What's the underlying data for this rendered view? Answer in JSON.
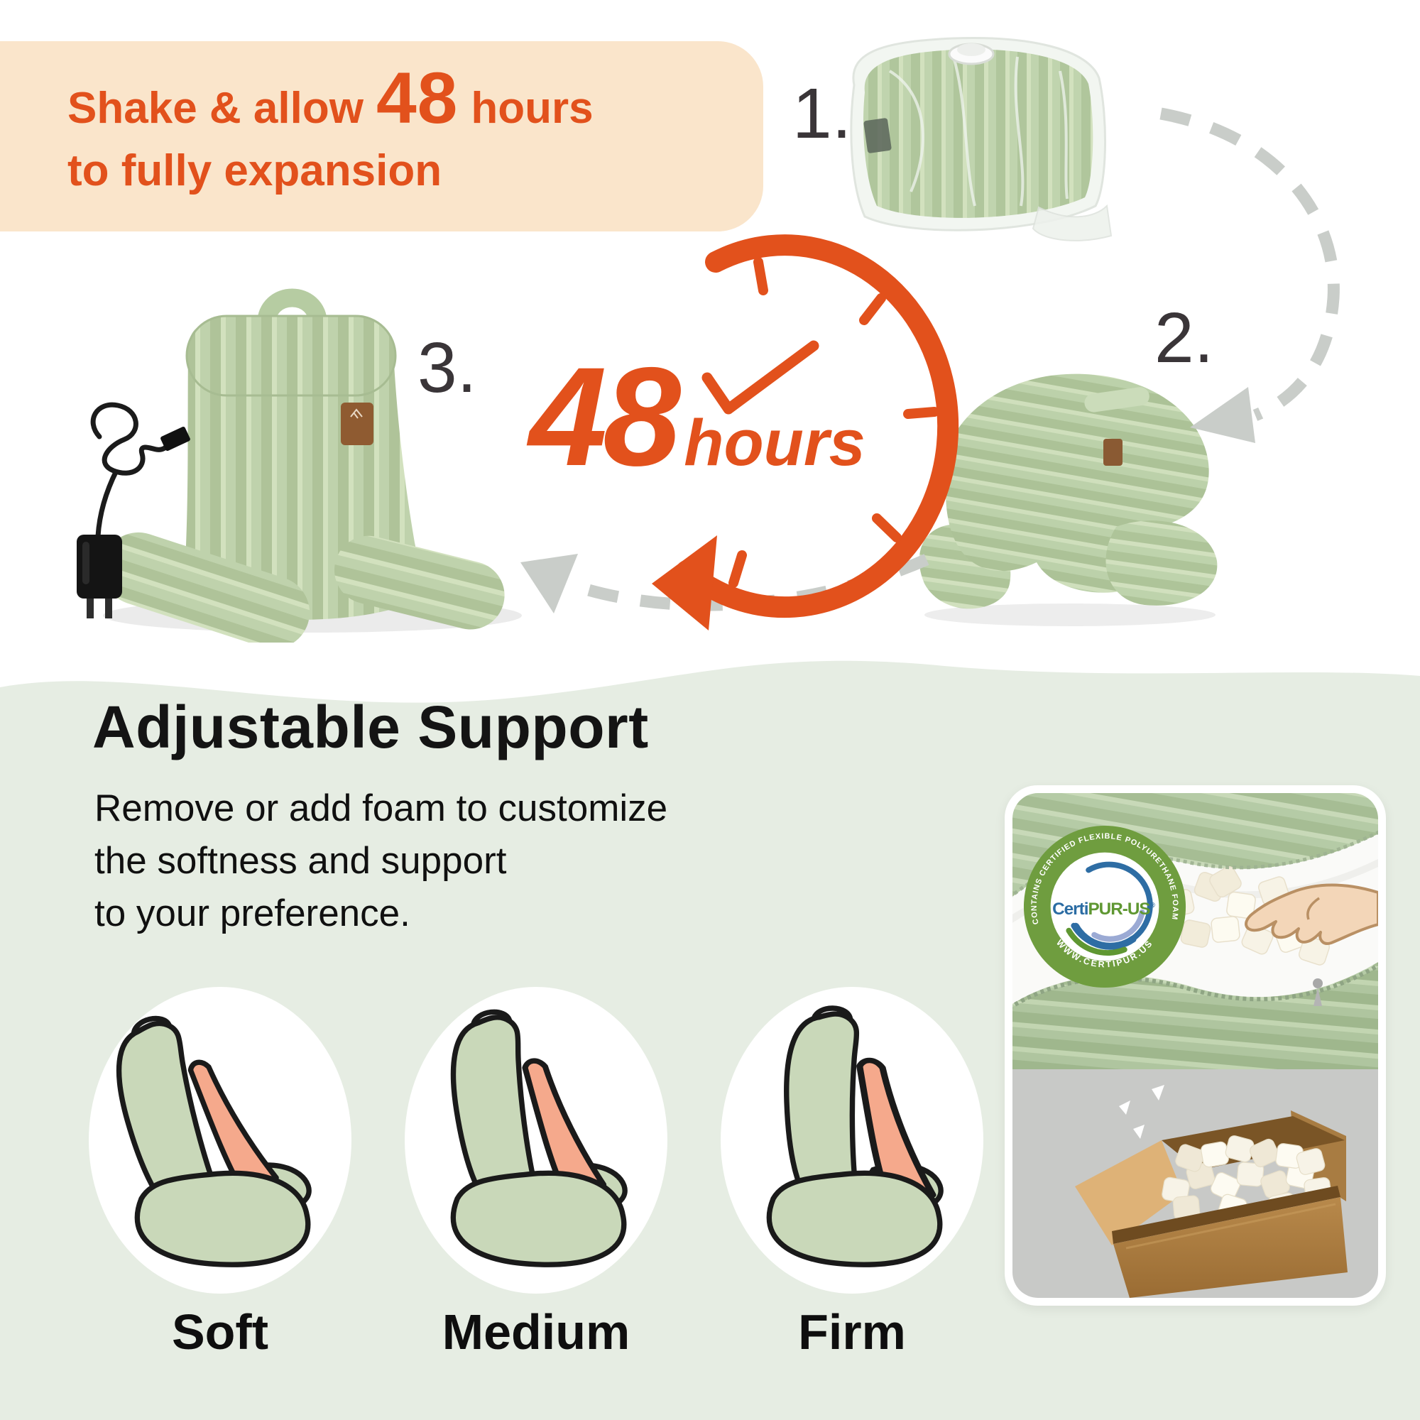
{
  "banner": {
    "line1_prefix": "Shake & allow",
    "line1_highlight": "48",
    "line1_suffix": "hours",
    "line2": "to fully expansion"
  },
  "steps": {
    "one": "1.",
    "two": "2.",
    "three": "3."
  },
  "clock": {
    "number": "48",
    "unit": "hours"
  },
  "adjustable": {
    "title": "Adjustable Support",
    "body_line1": "Remove or add foam to customize",
    "body_line2": "the softness and support",
    "body_line3": "to your preference.",
    "options": [
      {
        "label": "Soft"
      },
      {
        "label": "Medium"
      },
      {
        "label": "Firm"
      }
    ]
  },
  "certipur_badge": {
    "arc_top": "CONTAINS CERTIFIED FLEXIBLE POLYURETHANE FOAM",
    "arc_bottom": "WWW.CERTIPUR.US",
    "name_part1": "Certi",
    "name_part2": "PUR-US",
    "registered_mark": "®"
  },
  "colors": {
    "accent_orange": "#E2511C",
    "banner_bg": "#FAE5CB",
    "section_green": "#E6EDE3",
    "pillow_green": "#C2D4B0",
    "dashed_gray": "#C9CDC9",
    "step_number_gray": "#3A3538",
    "badge_ring_green": "#6F9D3F",
    "badge_blue": "#2B6CA3",
    "badge_text_green": "#5F9732"
  }
}
